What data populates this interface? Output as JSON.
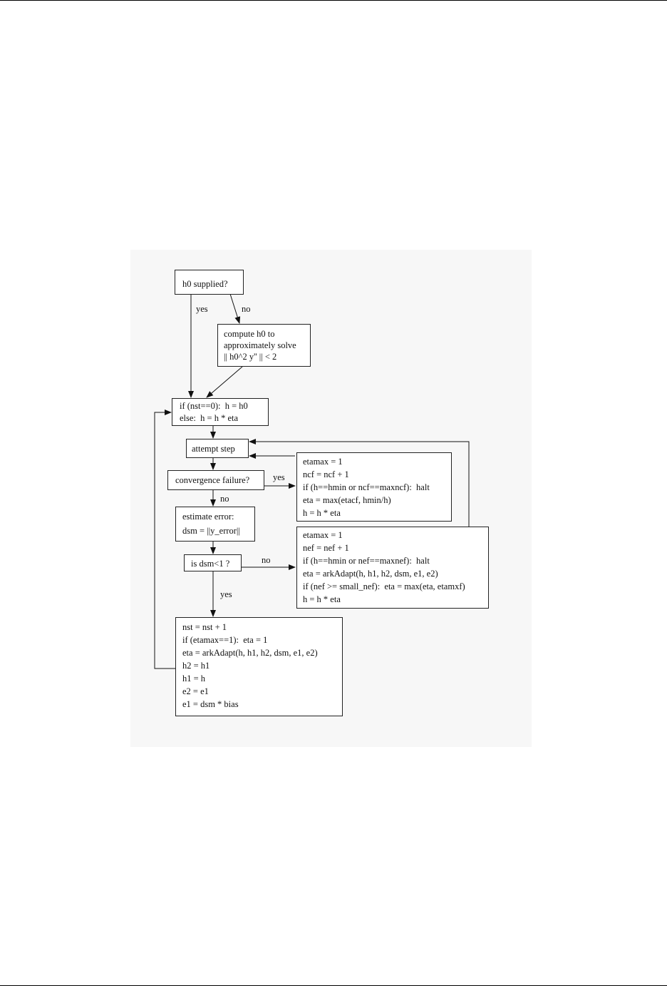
{
  "diagram": {
    "nodes": {
      "h0_supplied": "h0 supplied?",
      "compute_h0": [
        "compute h0 to",
        "approximately solve",
        "|| h0^2 y'' || < 2"
      ],
      "init_h": [
        "if (nst==0):  h = h0",
        "else:  h = h * eta"
      ],
      "attempt_step": "attempt step",
      "convergence_failure": "convergence failure?",
      "conv_fail_action": [
        "etamax = 1",
        "ncf = ncf + 1",
        "if (h==hmin or ncf==maxncf):  halt",
        "eta = max(etacf, hmin/h)",
        "h = h * eta"
      ],
      "estimate_error": [
        "estimate error:",
        "dsm = ||y_error||"
      ],
      "dsm_test": "is dsm<1 ?",
      "err_fail_action": [
        "etamax = 1",
        "nef = nef + 1",
        "if (h==hmin or nef==maxnef):  halt",
        "eta = arkAdapt(h, h1, h2, dsm, e1, e2)",
        "if (nef >= small_nef):  eta = max(eta, etamxf)",
        "h = h * eta"
      ],
      "success_action": [
        "nst = nst + 1",
        "if (etamax==1):  eta = 1",
        "eta = arkAdapt(h, h1, h2, dsm, e1, e2)",
        "h2 = h1",
        "h1 = h",
        "e2 = e1",
        "e1 = dsm * bias"
      ]
    },
    "edge_labels": {
      "h0_yes": "yes",
      "h0_no": "no",
      "conv_yes": "yes",
      "conv_no": "no",
      "dsm_no": "no",
      "dsm_yes": "yes"
    }
  }
}
